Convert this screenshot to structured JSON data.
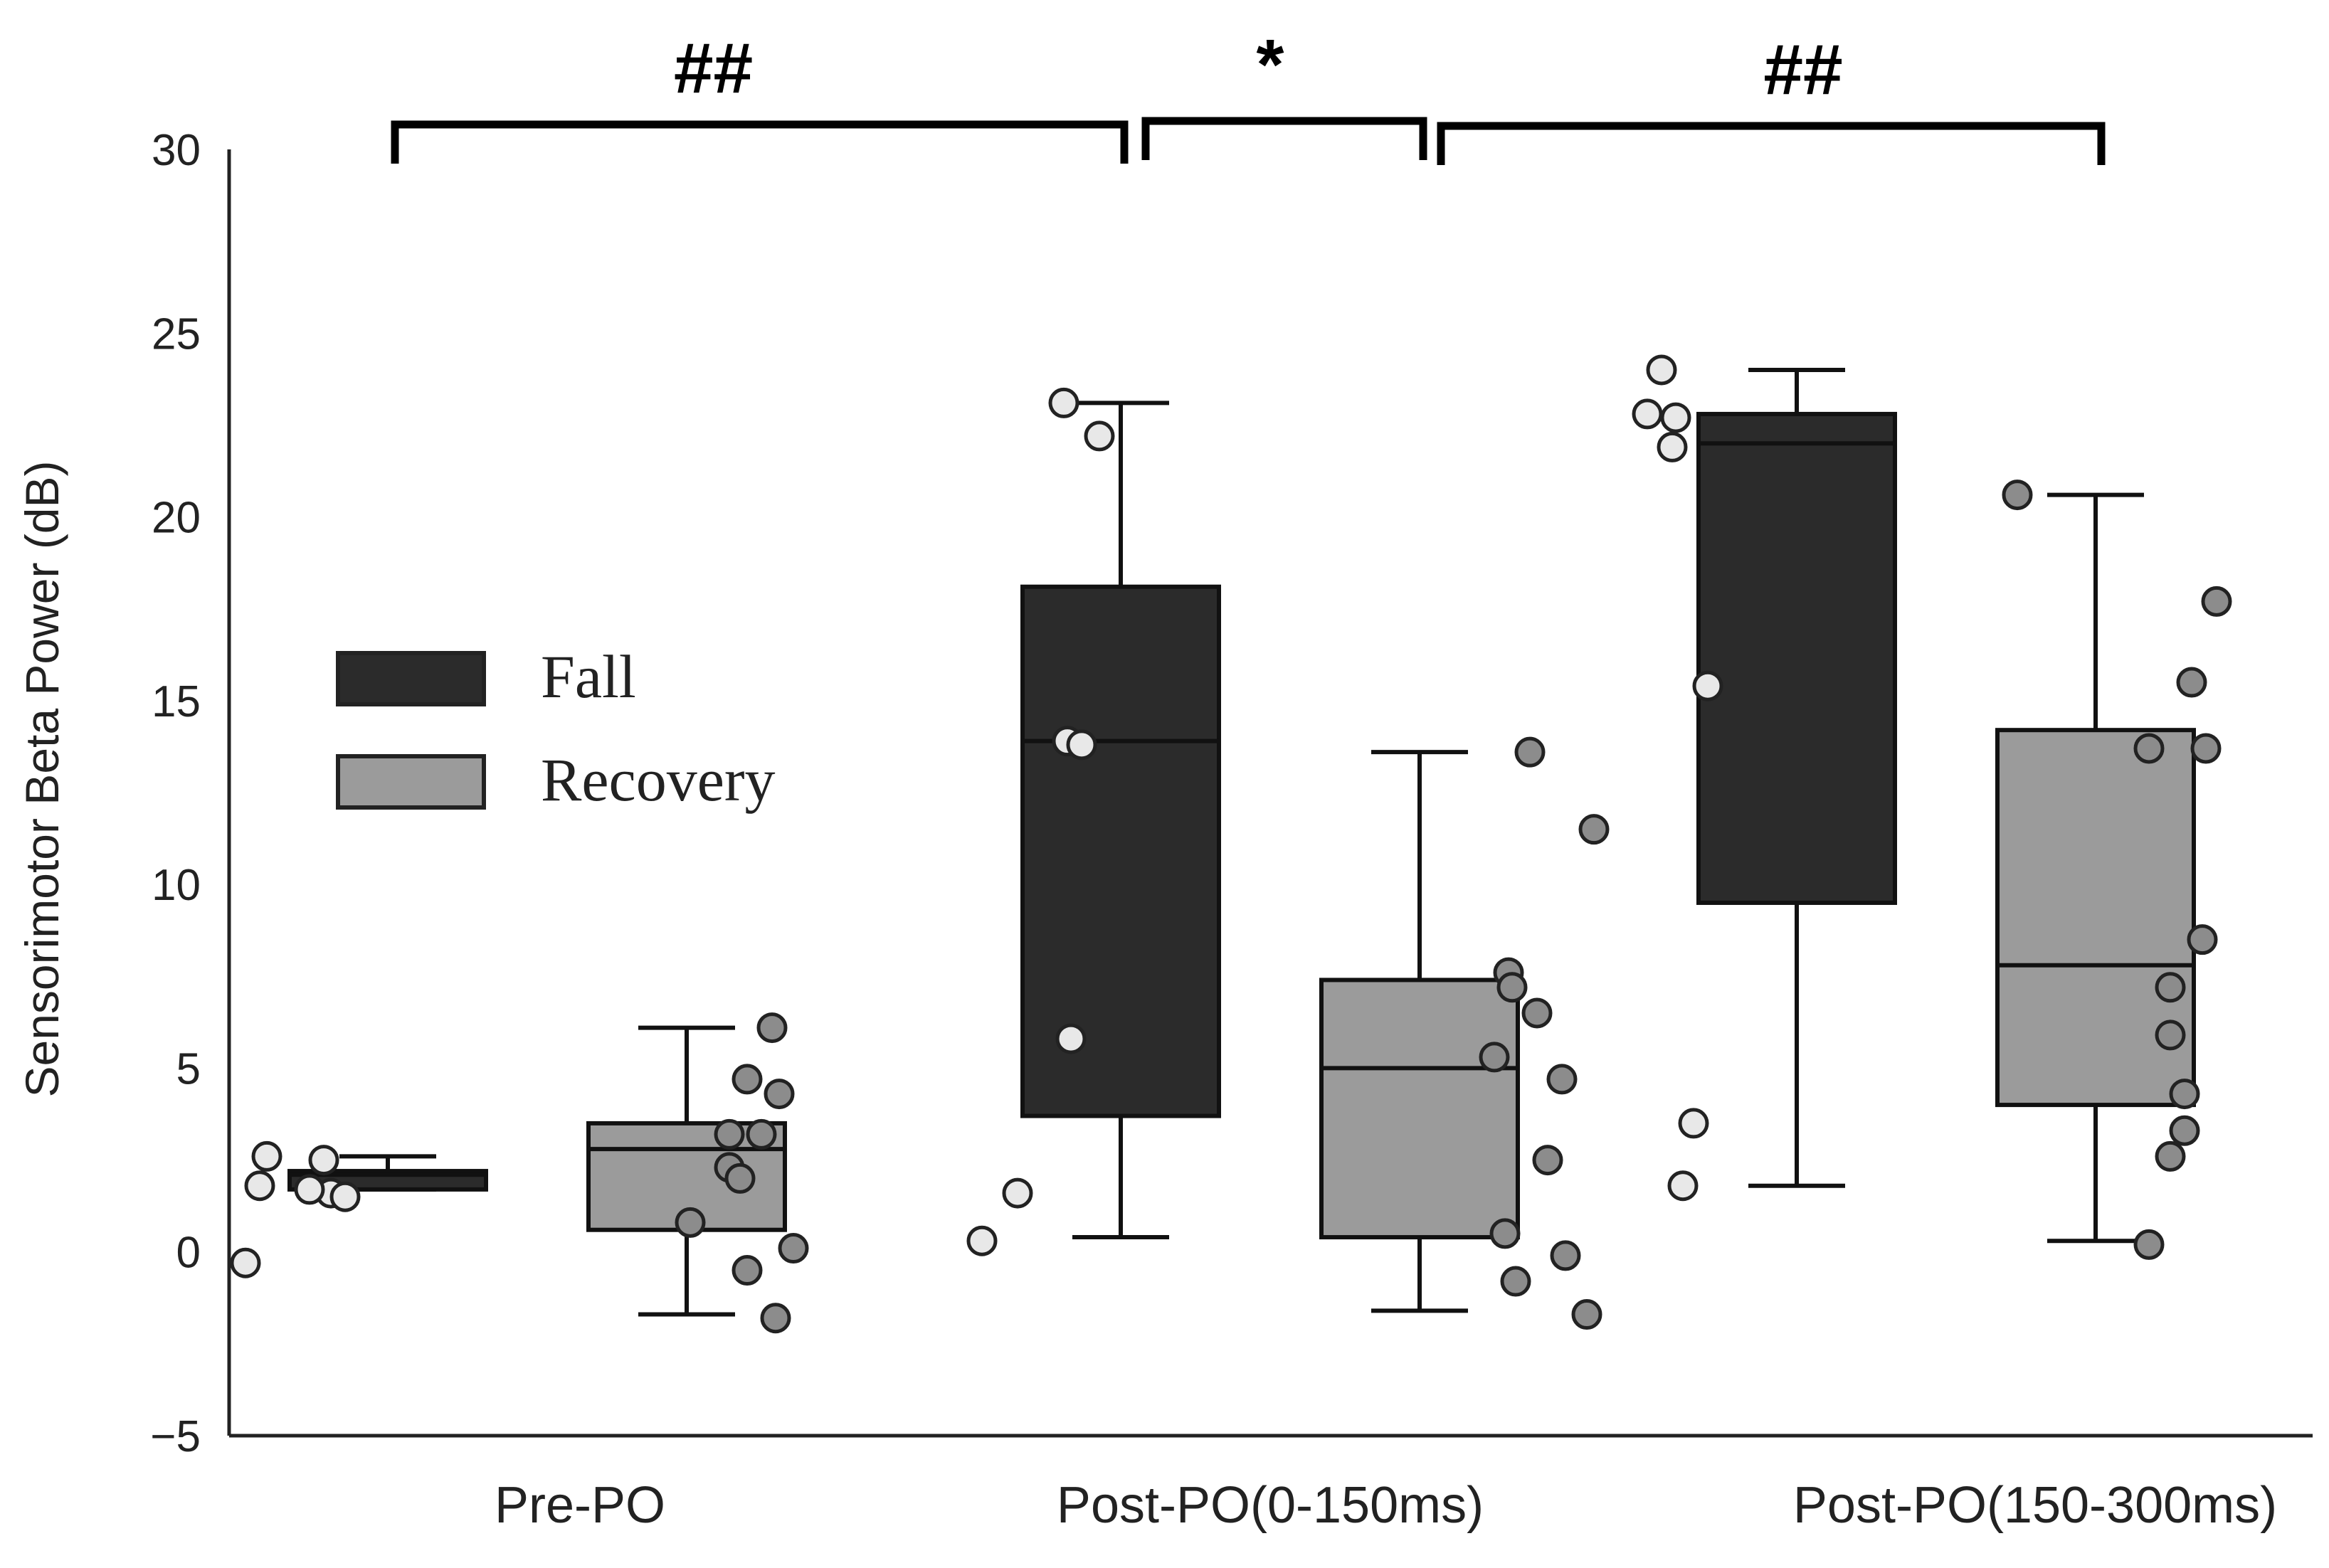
{
  "chart_data": {
    "type": "box",
    "ylabel": "Sensorimotor Beta Power (dB)",
    "xlabel": "",
    "ylim": [
      -5,
      30
    ],
    "yticks": [
      -5,
      0,
      5,
      10,
      15,
      20,
      25,
      30
    ],
    "grid": false,
    "legend_position": "left-center",
    "categories": [
      "Pre-PO",
      "Post-PO(0-150ms)",
      "Post-PO(150-300ms)"
    ],
    "series": [
      {
        "name": "Fall",
        "color": "#2b2b2b",
        "point_color": "#e8e8e8",
        "boxes": [
          {
            "whisker_low": 1.7,
            "q1": 1.7,
            "median": 2.1,
            "q3": 2.2,
            "whisker_high": 2.6
          },
          {
            "whisker_low": 0.4,
            "q1": 3.7,
            "median": 13.9,
            "q3": 18.1,
            "whisker_high": 23.1
          },
          {
            "whisker_low": 1.8,
            "q1": 9.5,
            "median": 22.0,
            "q3": 22.8,
            "whisker_high": 24.0
          }
        ],
        "points": [
          [
            2.6,
            1.8,
            2.5,
            1.6,
            1.5,
            1.7,
            -0.3
          ],
          [
            23.1,
            22.2,
            13.9,
            13.8,
            5.8,
            1.6,
            0.3
          ],
          [
            24.0,
            22.8,
            22.7,
            21.9,
            15.4,
            3.5,
            1.8
          ]
        ]
      },
      {
        "name": "Recovery",
        "color": "#9b9b9b",
        "point_color": "#8c8c8c",
        "boxes": [
          {
            "whisker_low": -1.7,
            "q1": 0.6,
            "median": 2.8,
            "q3": 3.5,
            "whisker_high": 6.1
          },
          {
            "whisker_low": -1.6,
            "q1": 0.4,
            "median": 5.0,
            "q3": 7.4,
            "whisker_high": 13.6
          },
          {
            "whisker_low": 0.3,
            "q1": 4.0,
            "median": 7.8,
            "q3": 14.2,
            "whisker_high": 20.6
          }
        ],
        "points": [
          [
            6.1,
            4.7,
            4.3,
            3.2,
            3.2,
            2.3,
            2.0,
            0.8,
            0.1,
            -0.5,
            -1.8
          ],
          [
            13.6,
            11.5,
            7.6,
            7.2,
            6.5,
            5.3,
            4.7,
            2.5,
            0.5,
            -0.1,
            -0.8,
            -1.7
          ],
          [
            20.6,
            17.7,
            15.5,
            13.7,
            13.7,
            8.5,
            7.2,
            5.9,
            4.3,
            3.3,
            2.6,
            0.2
          ]
        ]
      }
    ],
    "annotations": [
      {
        "label": "##",
        "from_category": 0,
        "from_series": 0,
        "to_category": 1,
        "to_series": 0,
        "level": 29.0
      },
      {
        "label": "*",
        "from_category": 1,
        "from_series": 0,
        "to_category": 1,
        "to_series": 1,
        "level": 30.0
      },
      {
        "label": "##",
        "from_category": 1,
        "from_series": 1,
        "to_category": 2,
        "to_series": 1,
        "level": 29.0
      }
    ]
  }
}
